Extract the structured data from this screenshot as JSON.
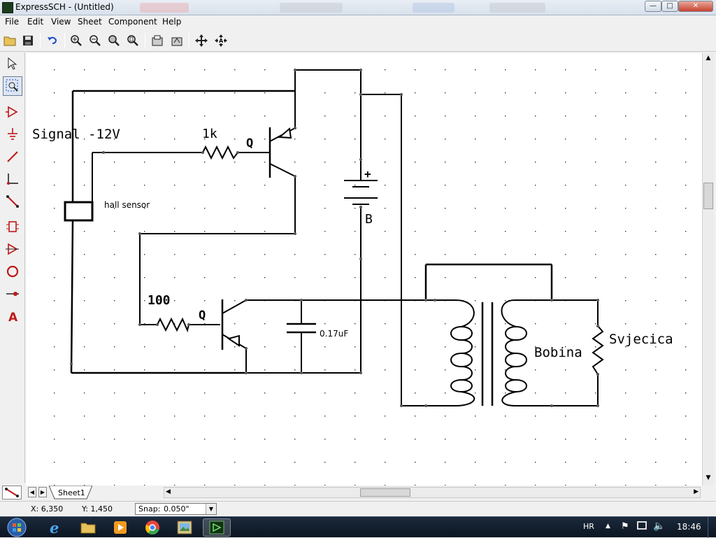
{
  "window": {
    "title": "ExpressSCH - (Untitled)"
  },
  "menu": [
    "File",
    "Edit",
    "View",
    "Sheet",
    "Component",
    "Help"
  ],
  "schematic": {
    "labels": {
      "signal": "Signal -12V",
      "r1": "1k",
      "q1": "Q",
      "hall": "hall sensor",
      "battery_plus": "+",
      "battery_name": "B",
      "r2": "100",
      "q2": "Q",
      "cap": "0.17uF",
      "coil": "Bobina",
      "plug": "Svjecica"
    }
  },
  "tabs": {
    "sheet": "Sheet1"
  },
  "status": {
    "x": "X: 6,350",
    "y": "Y: 1,450",
    "snap_label": "Snap:",
    "snap_value": "0.050\""
  },
  "taskbar": {
    "lang": "HR",
    "time": "18:46"
  }
}
